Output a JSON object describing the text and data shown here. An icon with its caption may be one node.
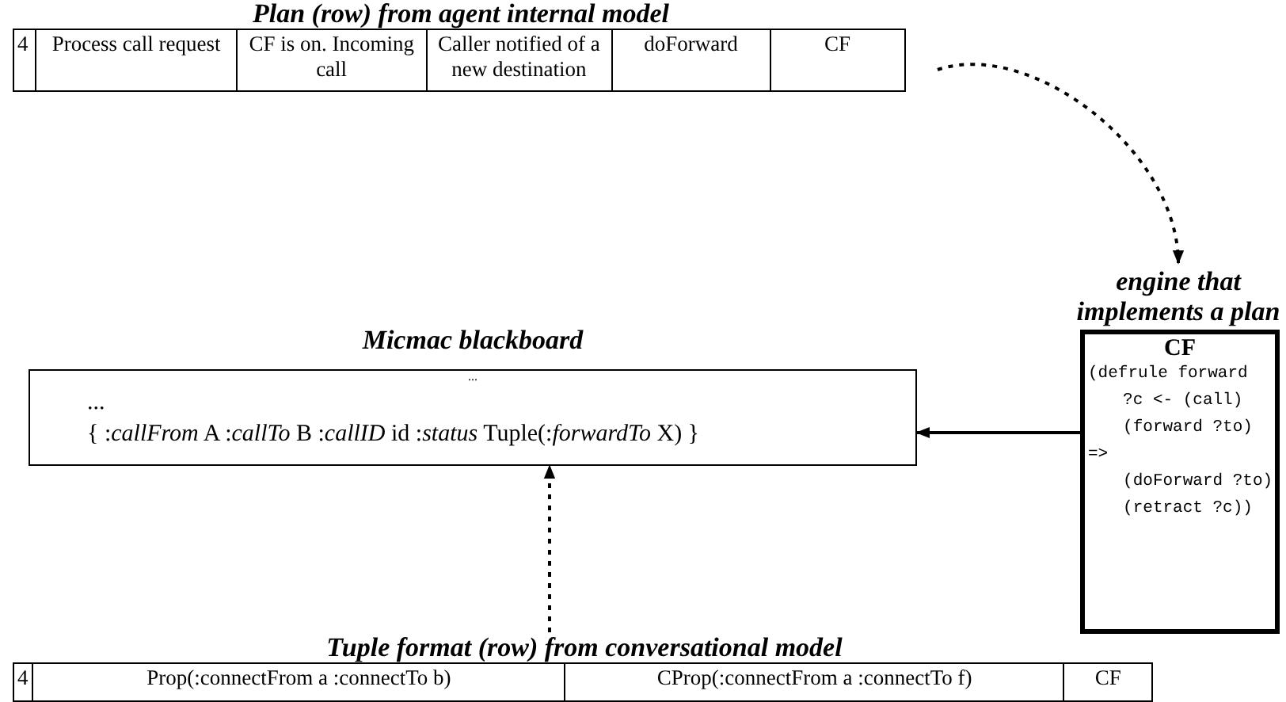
{
  "diagram": {
    "nodes": [
      {
        "text": [
          "Plan (row) from agent internal model",
          "4",
          "Process call request",
          "CF is on. Incoming call",
          "Caller notified of a new destination",
          "doForward",
          "CF"
        ]
      },
      {
        "text": [
          "engine that implements a plan",
          "CF",
          "(defrule forward",
          "?c <- (call)",
          "(forward ?to)",
          "=>",
          "(doForward ?to)",
          "(retract ?c))"
        ]
      },
      {
        "text": [
          "Micmac blackboard",
          "...",
          "...",
          "{ :*callFrom* A :*callTo* B :*callID* id :*status* Tuple(:*forwardTo* X) }"
        ]
      },
      {
        "text": [
          "Tuple format (row) from conversational model",
          "4",
          "Prop(:connectFrom a :connectTo b)",
          "CProp(:connectFrom a :connectTo f)",
          "CF"
        ]
      }
    ],
    "edges": [
      {
        "from": 0,
        "to": 1,
        "arrow": "to",
        "style": "dashed"
      },
      {
        "from": 1,
        "to": 2,
        "arrow": "to"
      },
      {
        "from": 3,
        "to": 2,
        "arrow": "to",
        "style": "dashed"
      }
    ]
  }
}
